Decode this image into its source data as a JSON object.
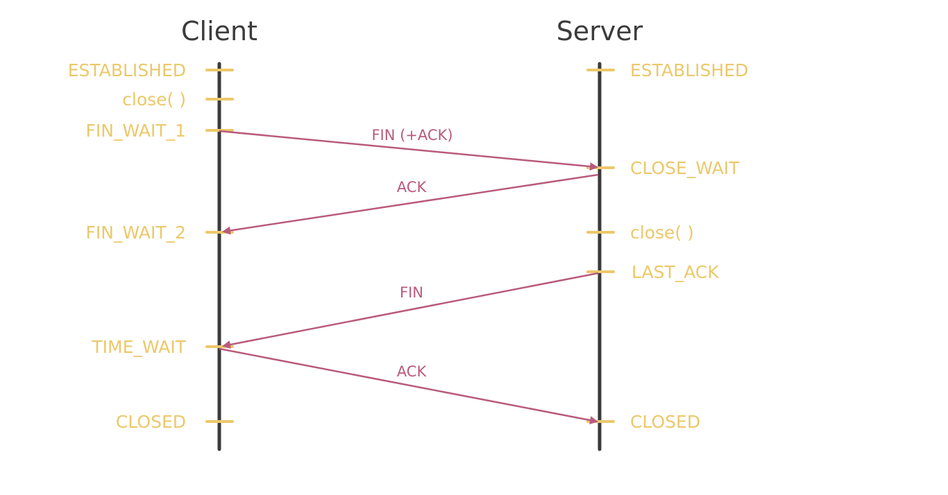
{
  "lanes": {
    "client": {
      "title": "Client"
    },
    "server": {
      "title": "Server"
    }
  },
  "client_states": [
    "ESTABLISHED",
    "close( )",
    "FIN_WAIT_1",
    "FIN_WAIT_2",
    "TIME_WAIT",
    "CLOSED"
  ],
  "server_states": [
    "ESTABLISHED",
    "CLOSE_WAIT",
    "close( )",
    "LAST_ACK",
    "CLOSED"
  ],
  "messages": [
    {
      "label": "FIN (+ACK)",
      "from": "client",
      "to": "server"
    },
    {
      "label": "ACK",
      "from": "server",
      "to": "client"
    },
    {
      "label": "FIN",
      "from": "server",
      "to": "client"
    },
    {
      "label": "ACK",
      "from": "client",
      "to": "server"
    }
  ],
  "colors": {
    "lifeline": "#3b3b3b",
    "state": "#ecc86a",
    "message": "#b95a7c"
  }
}
